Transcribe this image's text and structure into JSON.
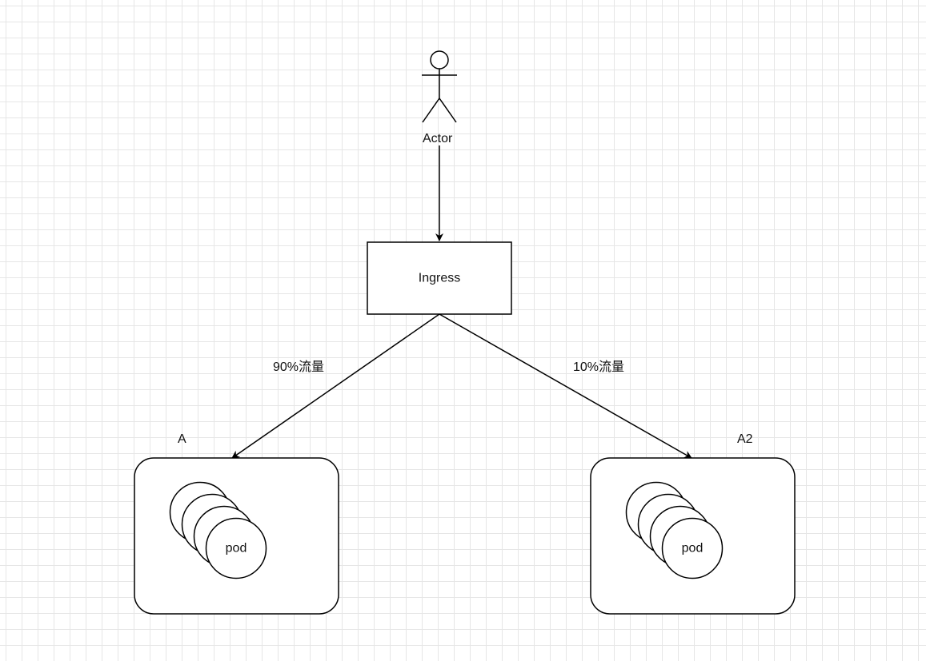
{
  "actor": {
    "label": "Actor"
  },
  "ingress": {
    "label": "Ingress"
  },
  "edges": {
    "left_label": "90%流量",
    "right_label": "10%流量"
  },
  "groups": [
    {
      "label": "A",
      "pod_label": "pod"
    },
    {
      "label": "A2",
      "pod_label": "pod"
    }
  ],
  "colors": {
    "stroke": "#000000",
    "grid": "#e6e6e6",
    "background": "#ffffff"
  }
}
